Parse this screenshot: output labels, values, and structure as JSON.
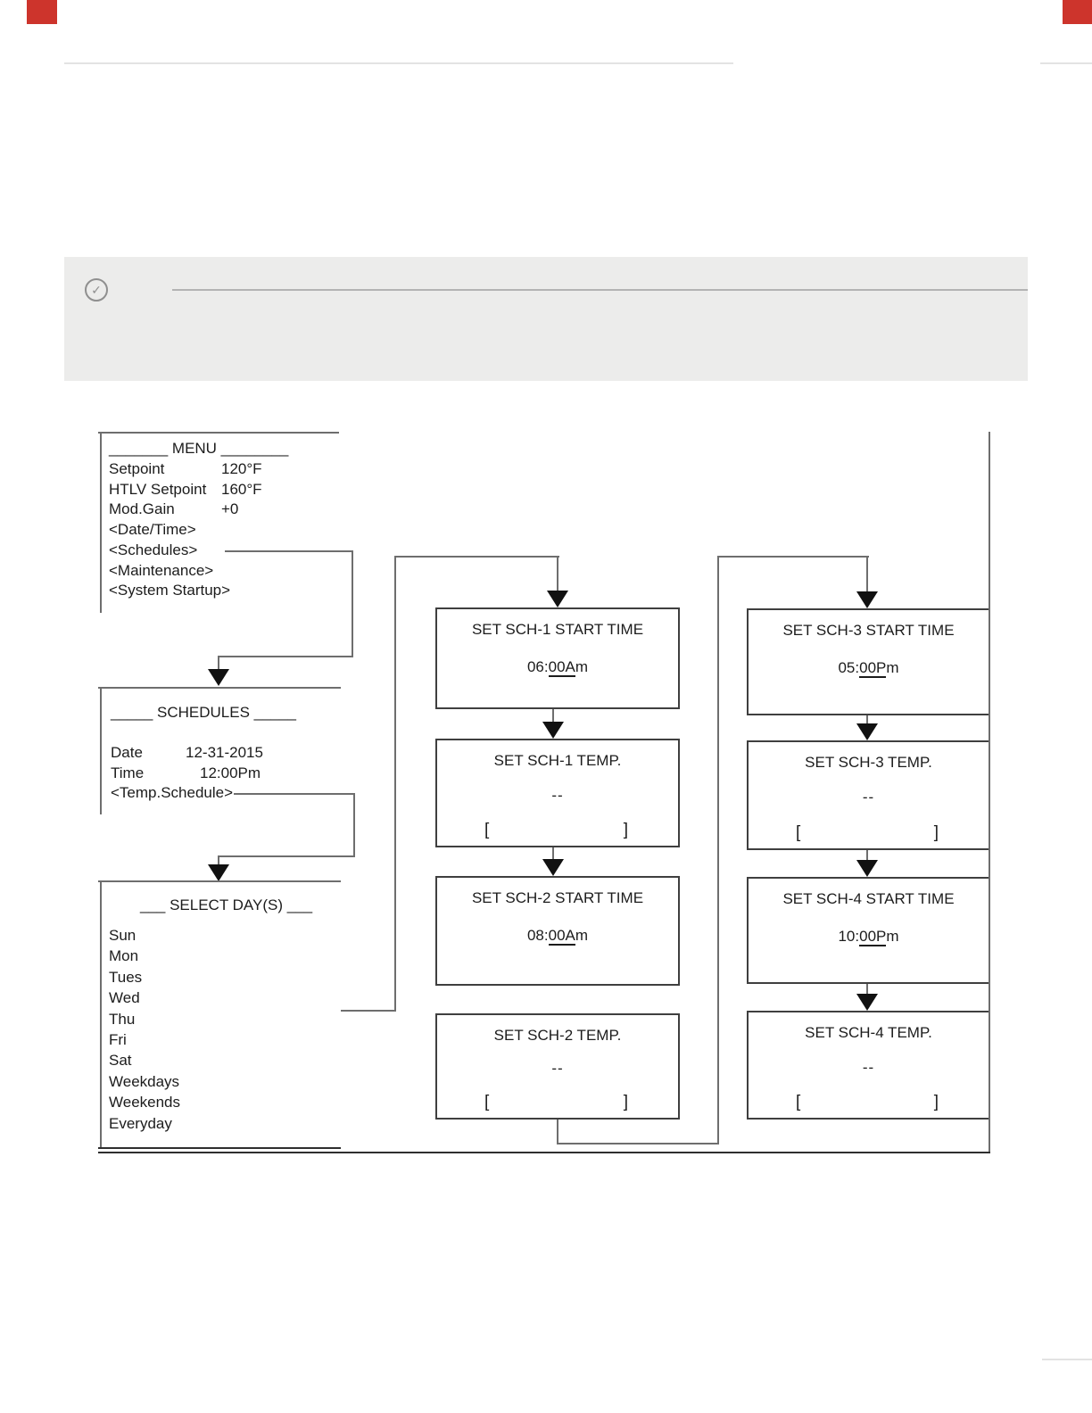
{
  "colors": {
    "corner_mark": "#cd342c",
    "page_rule": "#e3e3e3",
    "banner_bg": "#ececeb",
    "banner_rule": "#b3b3b3",
    "icon_gray": "#8f8f8f",
    "connector_line": "#6e6e6e",
    "box_border": "#3f3f3f",
    "text": "#1c1c1c",
    "arrow": "#111111"
  },
  "banner": {
    "check_glyph": "✓"
  },
  "menu_screen": {
    "title": "_______ MENU ________",
    "rows": [
      {
        "label": "Setpoint",
        "value": "120°F"
      },
      {
        "label": "HTLV Setpoint",
        "value": "160°F"
      },
      {
        "label": "Mod.Gain",
        "value": "+0"
      },
      {
        "label": "<Date/Time>",
        "value": ""
      },
      {
        "label": "<Schedules>",
        "value": ""
      },
      {
        "label": "<Maintenance>",
        "value": ""
      },
      {
        "label": "<System Startup>",
        "value": ""
      }
    ]
  },
  "schedules_screen": {
    "title": "_____ SCHEDULES _____",
    "rows": [
      {
        "label": "Date",
        "value": "12-31-2015"
      },
      {
        "label": "Time",
        "value": "12:00Pm"
      },
      {
        "label": "<Temp.Schedule>",
        "value": ""
      }
    ]
  },
  "select_days_screen": {
    "title": "___ SELECT DAY(S) ___",
    "days": [
      "Sun",
      "Mon",
      "Tues",
      "Wed",
      "Thu",
      "Fri",
      "Sat",
      "Weekdays",
      "Weekends",
      "Everyday"
    ]
  },
  "sch_boxes": {
    "sch1_start": {
      "title": "SET SCH-1 START TIME",
      "pre": "06:",
      "underlined": "00A",
      "post": "m"
    },
    "sch1_temp": {
      "title": "SET SCH-1 TEMP.",
      "value": "--",
      "open": "[",
      "close": "]"
    },
    "sch2_start": {
      "title": "SET SCH-2 START TIME",
      "pre": "08:",
      "underlined": "00A",
      "post": "m"
    },
    "sch2_temp": {
      "title": "SET SCH-2 TEMP.",
      "value": "--",
      "open": "[",
      "close": "]"
    },
    "sch3_start": {
      "title": "SET SCH-3 START TIME",
      "pre": "05:",
      "underlined": "00P",
      "post": "m"
    },
    "sch3_temp": {
      "title": "SET SCH-3 TEMP.",
      "value": "--",
      "open": "[",
      "close": "]"
    },
    "sch4_start": {
      "title": "SET SCH-4 START TIME",
      "pre": "10:",
      "underlined": "00P",
      "post": "m"
    },
    "sch4_temp": {
      "title": "SET SCH-4 TEMP.",
      "value": "--",
      "open": "[",
      "close": "]"
    }
  }
}
